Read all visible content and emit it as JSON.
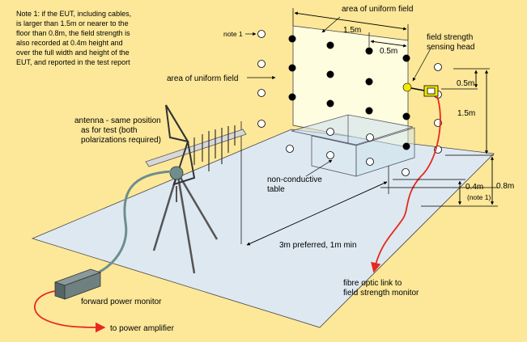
{
  "note": {
    "lines": [
      "Note 1: if the EUT, including cables,",
      "is larger than 1.5m or nearer to the",
      "floor than 0.8m, the field strength is",
      "also recorded at 0.4m height and",
      "over the full width and height of the",
      "EUT, and reported in the test report"
    ]
  },
  "labels": {
    "area_top": "area of uniform field",
    "area_left": "area of uniform field",
    "note1": "note 1",
    "width_total": "1.5m",
    "width_step": "0.5m",
    "sensing_head_1": "field strength",
    "sensing_head_2": "sensing head",
    "height_step": "0.5m",
    "height_total": "1.5m",
    "antenna_1": "antenna - same position",
    "antenna_2": "as for test (both",
    "antenna_3": "polarizations required)",
    "table_1": "non-conductive",
    "table_2": "table",
    "distance": "3m preferred, 1m min",
    "h04": "0.4m",
    "h04_note": "(note 1)",
    "h08": "0.8m",
    "fibre_1": "fibre optic link to",
    "fibre_2": "field strength monitor",
    "power_monitor": "forward power monitor",
    "to_amp": "to power amplifier"
  },
  "colors": {
    "background": "#fde89a",
    "floor": "#dde8f0",
    "field_plane": "#fefde0",
    "table": "#d8e8f0",
    "dot_black": "#000000",
    "red_cable": "#e8281e",
    "sensor_yellow": "#f4e800"
  }
}
